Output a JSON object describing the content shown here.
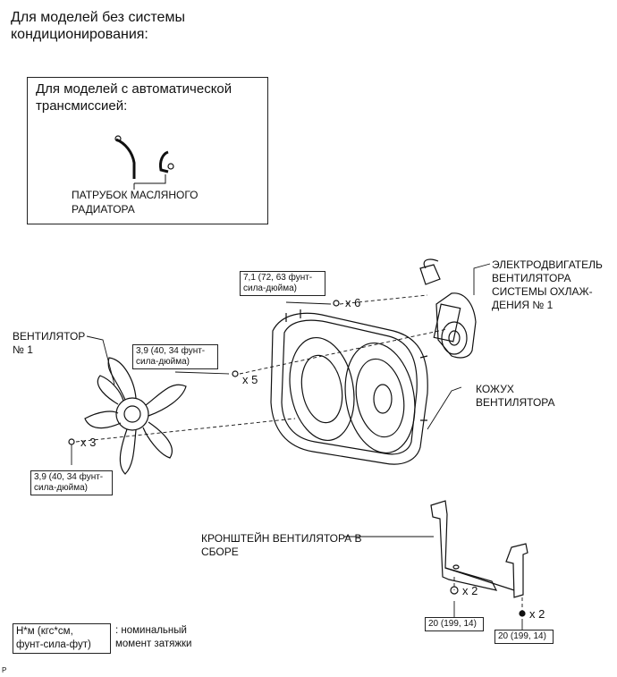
{
  "header": {
    "title_line1": "Для моделей без системы",
    "title_line2": "кондиционирования:"
  },
  "inset": {
    "title_line1": "Для моделей с автоматической",
    "title_line2": "трансмиссией:",
    "label_line1": "ПАТРУБОК МАСЛЯНОГО",
    "label_line2": "РАДИАТОРА"
  },
  "labels": {
    "motor": [
      "ЭЛЕКТРОДВИГАТЕЛЬ",
      "ВЕНТИЛЯТОРА",
      "СИСТЕМЫ ОХЛАЖ-",
      "ДЕНИЯ № 1"
    ],
    "fan": [
      "ВЕНТИЛЯТОР",
      "№ 1"
    ],
    "shroud": [
      "КОЖУХ",
      "ВЕНТИЛЯТОРА"
    ],
    "bracket": [
      "КРОНШТЕЙН ВЕНТИЛЯТОРА В",
      "СБОРЕ"
    ]
  },
  "torques": {
    "t_motor": [
      "7,1 (72, 63 фунт-",
      "сила-дюйма)"
    ],
    "t_shroud": [
      "3,9 (40, 34 фунт-",
      "сила-дюйма)"
    ],
    "t_fan": [
      "3,9 (40, 34 фунт-",
      "сила-дюйма)"
    ],
    "t_bracket_left": "20 (199, 14)",
    "t_bracket_right": "20 (199, 14)"
  },
  "quantities": {
    "q6": "x 6",
    "q5": "x 5",
    "q3": "x 3",
    "q2_left": "x 2",
    "q2_right": "x 2"
  },
  "legend": {
    "box_line1": "Н*м (кгс*см,",
    "box_line2": "фунт-сила-фут)",
    "desc_line1": ": номинальный",
    "desc_line2": "момент затяжки"
  },
  "corner_mark": "P"
}
